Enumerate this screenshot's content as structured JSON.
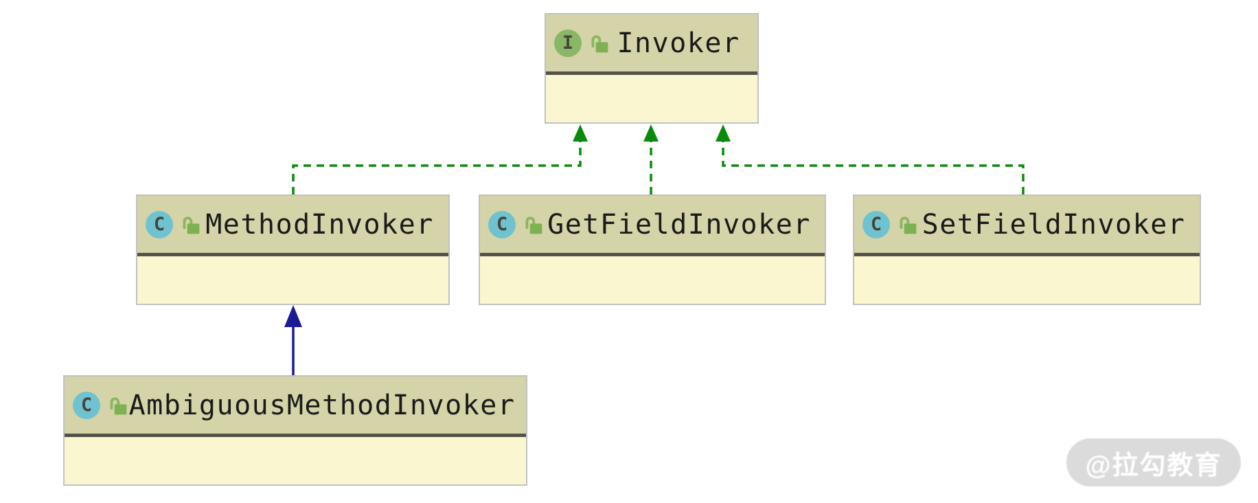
{
  "diagram": {
    "nodes": [
      {
        "id": "invoker",
        "kind": "interface",
        "badge_letter": "I",
        "name": "Invoker"
      },
      {
        "id": "method-invoker",
        "kind": "class",
        "badge_letter": "C",
        "name": "MethodInvoker"
      },
      {
        "id": "get-field-invoker",
        "kind": "class",
        "badge_letter": "C",
        "name": "GetFieldInvoker"
      },
      {
        "id": "set-field-invoker",
        "kind": "class",
        "badge_letter": "C",
        "name": "SetFieldInvoker"
      },
      {
        "id": "ambiguous-method-invoker",
        "kind": "class",
        "badge_letter": "C",
        "name": "AmbiguousMethodInvoker"
      }
    ],
    "edges": [
      {
        "from": "MethodInvoker",
        "to": "Invoker",
        "type": "implements",
        "style": "dashed-green"
      },
      {
        "from": "GetFieldInvoker",
        "to": "Invoker",
        "type": "implements",
        "style": "dashed-green"
      },
      {
        "from": "SetFieldInvoker",
        "to": "Invoker",
        "type": "implements",
        "style": "dashed-green"
      },
      {
        "from": "AmbiguousMethodInvoker",
        "to": "MethodInvoker",
        "type": "extends",
        "style": "solid-blue"
      }
    ],
    "icons": {
      "interface_badge": "interface-icon",
      "class_badge": "class-icon",
      "visibility": "unlocked-padlock-icon"
    }
  },
  "colors": {
    "header_bg": "#d5d3a8",
    "body_bg": "#faf7d0",
    "node_border": "#c1c1c1",
    "sep_color": "#535149",
    "iface_badge": "#89b667",
    "class_badge": "#6fc3d1",
    "badge_letter": "#45463c",
    "lock_green": "#7cb254",
    "implements_green": "#0a8a0a",
    "extends_blue": "#1a1a96",
    "title_color": "#1a1a1a",
    "watermark_bg": "#d9d9d9",
    "watermark_text": "#ffffff"
  },
  "watermark": {
    "text": "@拉勾教育"
  }
}
